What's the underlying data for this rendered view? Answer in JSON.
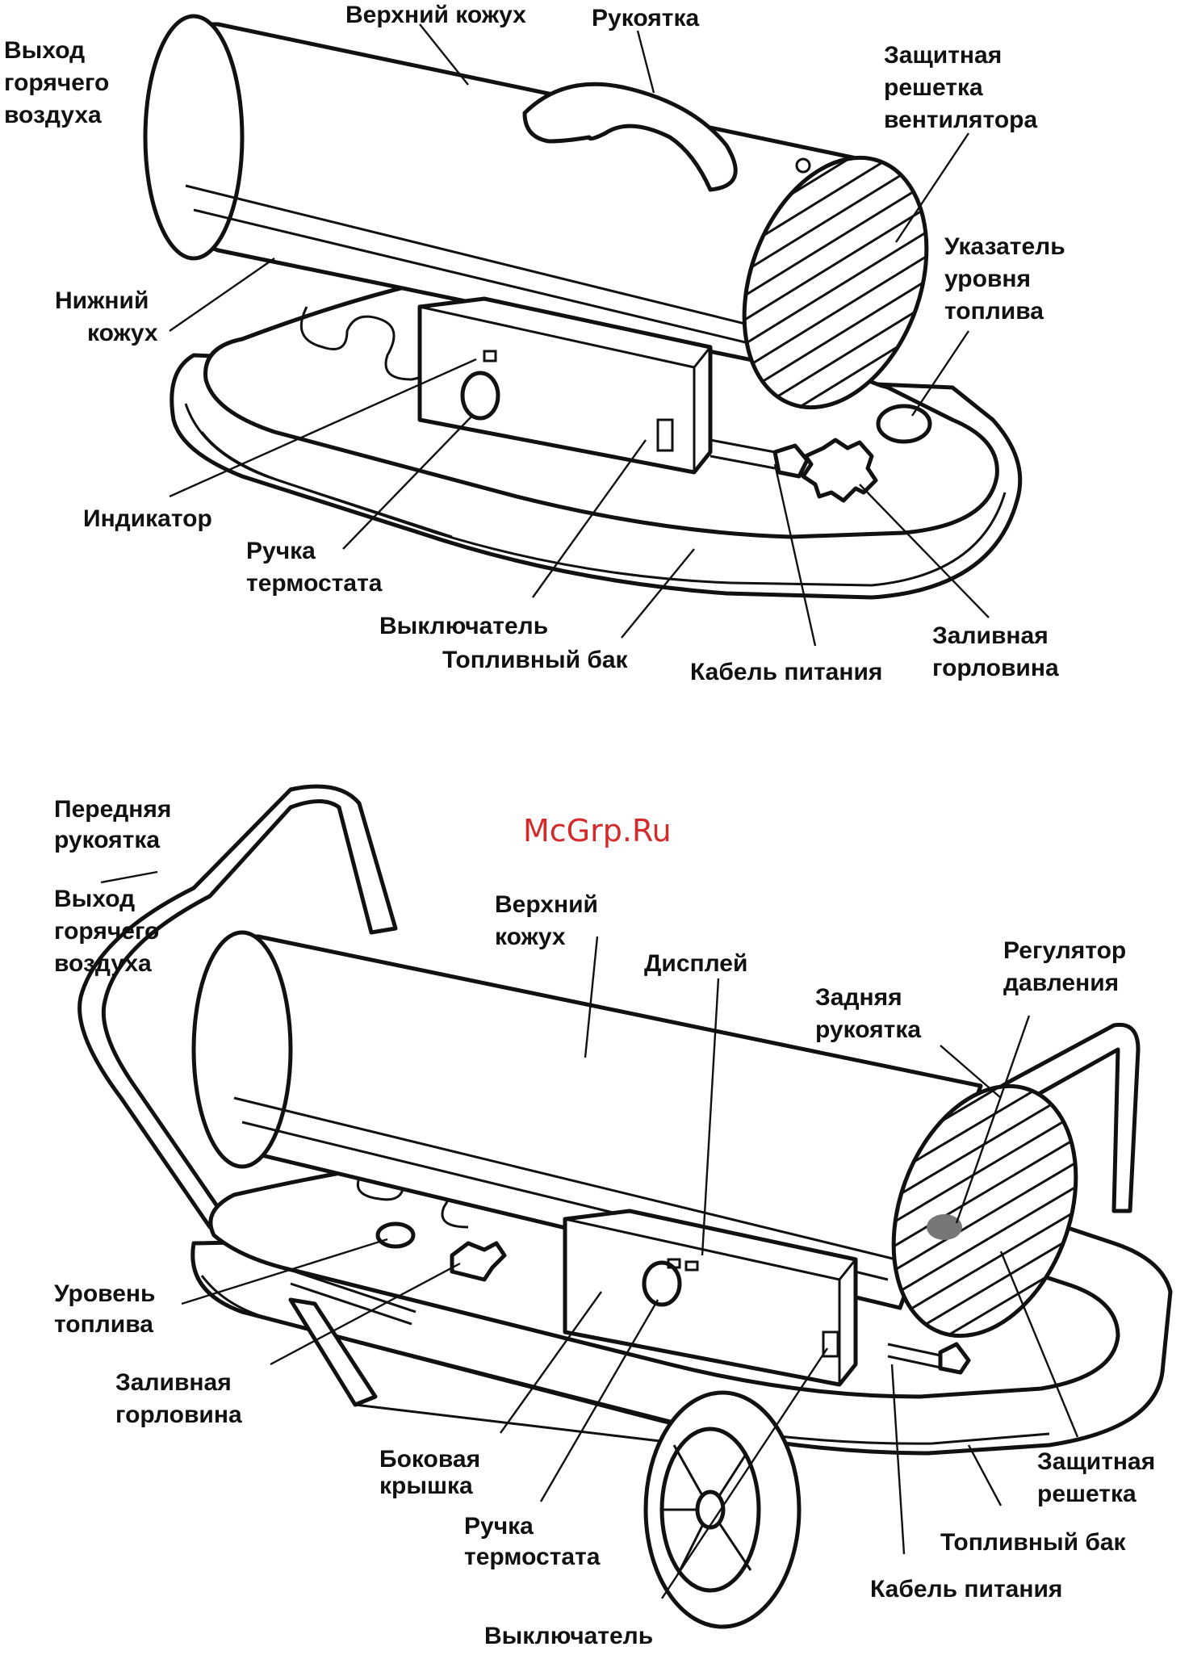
{
  "watermark": "McGrp.Ru",
  "diagram1": {
    "labels": {
      "upper_casing": "Верхний кожух",
      "handle": "Рукоятка",
      "hot_air_outlet_1": "Выход",
      "hot_air_outlet_2": "горячего",
      "hot_air_outlet_3": "воздуха",
      "fan_guard_1": "Защитная",
      "fan_guard_2": "решетка",
      "fan_guard_3": "вентилятора",
      "fuel_gauge_1": "Указатель",
      "fuel_gauge_2": "уровня",
      "fuel_gauge_3": "топлива",
      "lower_casing_1": "Нижний",
      "lower_casing_2": "кожух",
      "indicator": "Индикатор",
      "thermostat_knob_1": "Ручка",
      "thermostat_knob_2": "термостата",
      "switch": "Выключатель",
      "fuel_tank": "Топливный бак",
      "power_cable": "Кабель питания",
      "filler_neck_1": "Заливная",
      "filler_neck_2": "горловина"
    }
  },
  "diagram2": {
    "labels": {
      "front_handle_1": "Передняя",
      "front_handle_2": "рукоятка",
      "hot_air_outlet_1": "Выход",
      "hot_air_outlet_2": "горячего",
      "hot_air_outlet_3": "воздуха",
      "upper_casing_1": "Верхний",
      "upper_casing_2": "кожух",
      "display": "Дисплей",
      "pressure_regulator_1": "Регулятор",
      "pressure_regulator_2": "давления",
      "rear_handle_1": "Задняя",
      "rear_handle_2": "рукоятка",
      "fuel_level_1": "Уровень",
      "fuel_level_2": "топлива",
      "filler_neck_1": "Заливная",
      "filler_neck_2": "горловина",
      "side_cover_1": "Боковая",
      "side_cover_2": "крышка",
      "thermostat_knob_1": "Ручка",
      "thermostat_knob_2": "термостата",
      "switch": "Выключатель",
      "guard_1": "Защитная",
      "guard_2": "решетка",
      "fuel_tank": "Топливный бак",
      "power_cable": "Кабель питания"
    }
  }
}
